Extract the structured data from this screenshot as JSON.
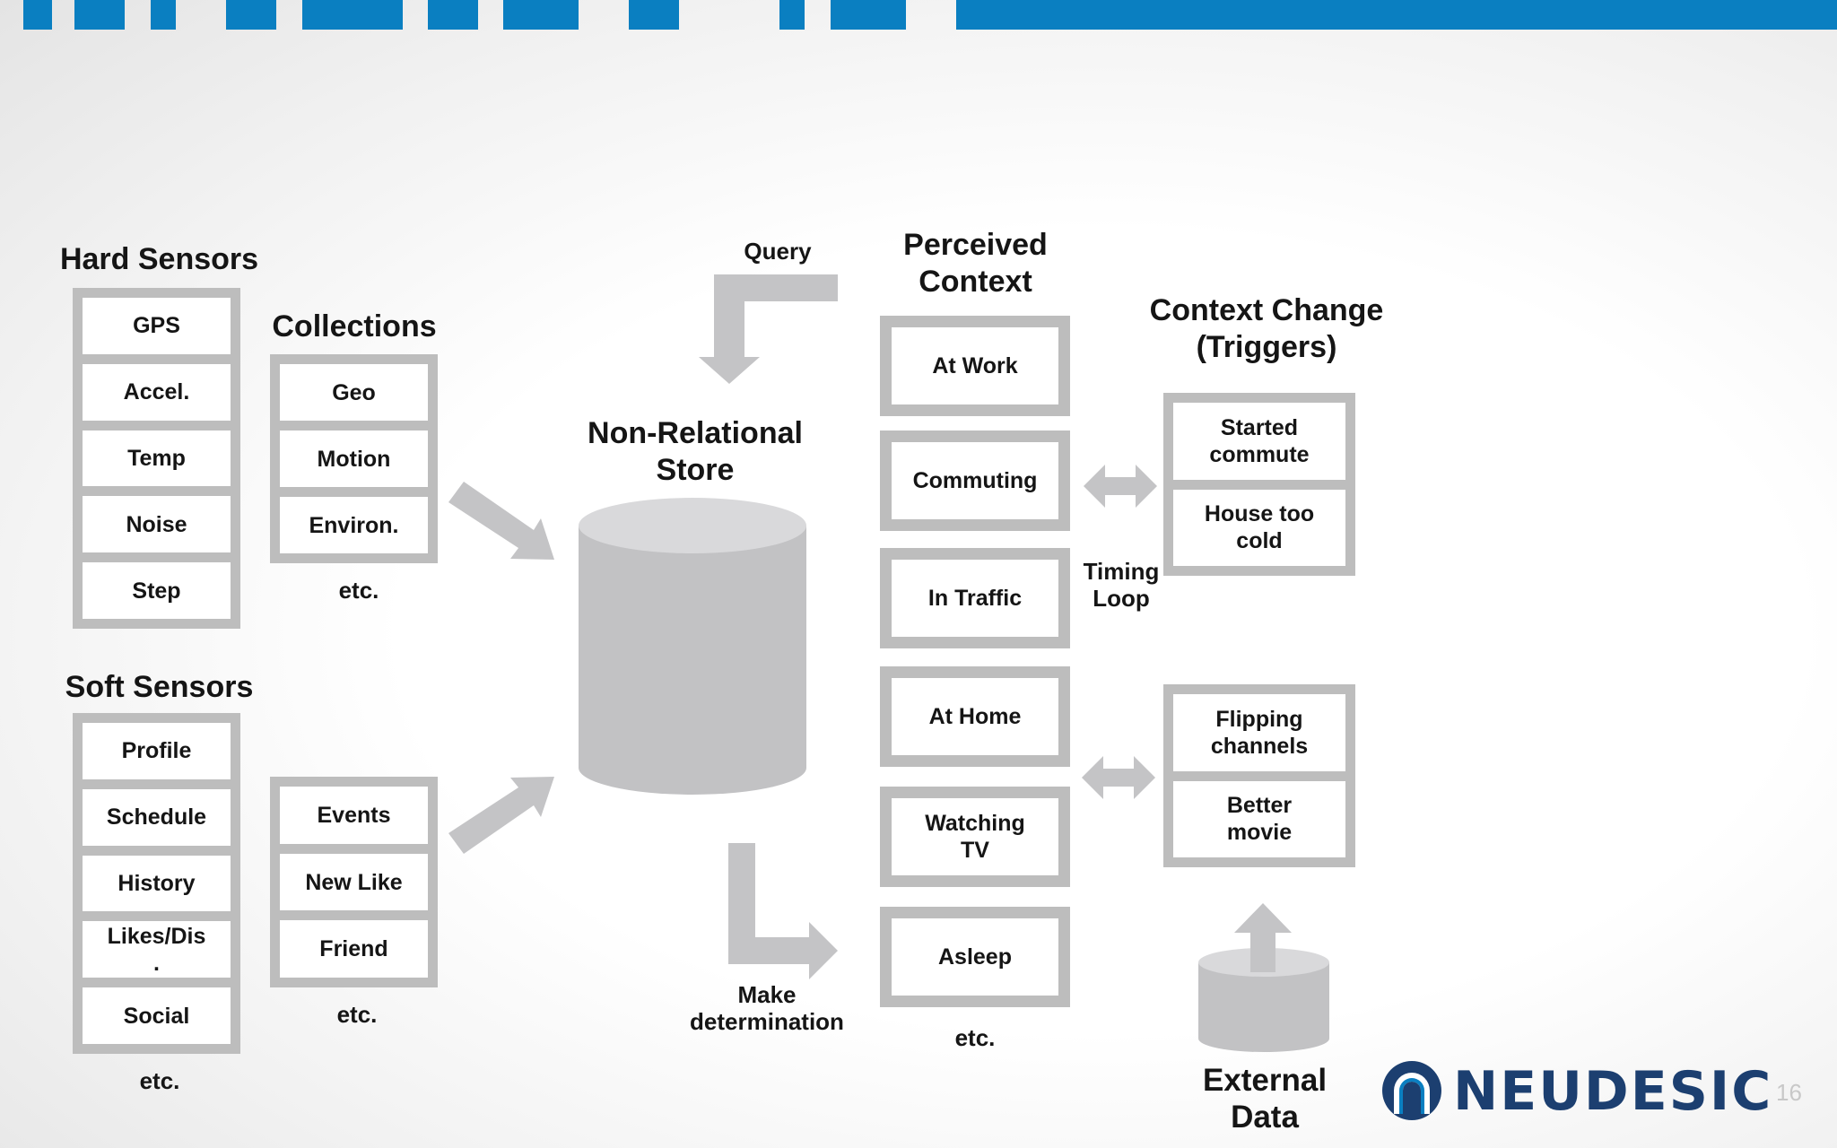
{
  "brand": {
    "accent": "#0a7fc1",
    "box_gray": "#bdbdbd",
    "shape_gray": "#c4c4c6"
  },
  "hard_sensors": {
    "title": "Hard Sensors",
    "items": [
      "GPS",
      "Accel.",
      "Temp",
      "Noise",
      "Step"
    ]
  },
  "collections_top": {
    "title": "Collections",
    "items": [
      "Geo",
      "Motion",
      "Environ."
    ],
    "etc": "etc."
  },
  "soft_sensors": {
    "title": "Soft Sensors",
    "items": [
      "Profile",
      "Schedule",
      "History",
      "Likes/Dis\n.",
      "Social"
    ],
    "etc": "etc."
  },
  "collections_bottom": {
    "items": [
      "Events",
      "New Like",
      "Friend"
    ],
    "etc": "etc."
  },
  "store": {
    "title": "Non-Relational\nStore",
    "icon": "database-cylinder-icon"
  },
  "query_label": "Query",
  "make_determination_label": "Make\ndetermination",
  "perceived_context": {
    "title": "Perceived\nContext",
    "items": [
      "At Work",
      "Commuting",
      "In Traffic",
      "At Home",
      "Watching\nTV",
      "Asleep"
    ],
    "etc": "etc."
  },
  "timing_loop_label": "Timing\nLoop",
  "context_change": {
    "title": "Context Change\n(Triggers)",
    "group1": [
      "Started\ncommute",
      "House too\ncold"
    ],
    "group2": [
      "Flipping\nchannels",
      "Better\nmovie"
    ]
  },
  "external_data": {
    "label": "External\nData",
    "icon": "database-cylinder-icon"
  },
  "logo": {
    "text": "NEUDESIC",
    "icon": "neudesic-arch-logo-icon"
  },
  "slide_number": "16"
}
